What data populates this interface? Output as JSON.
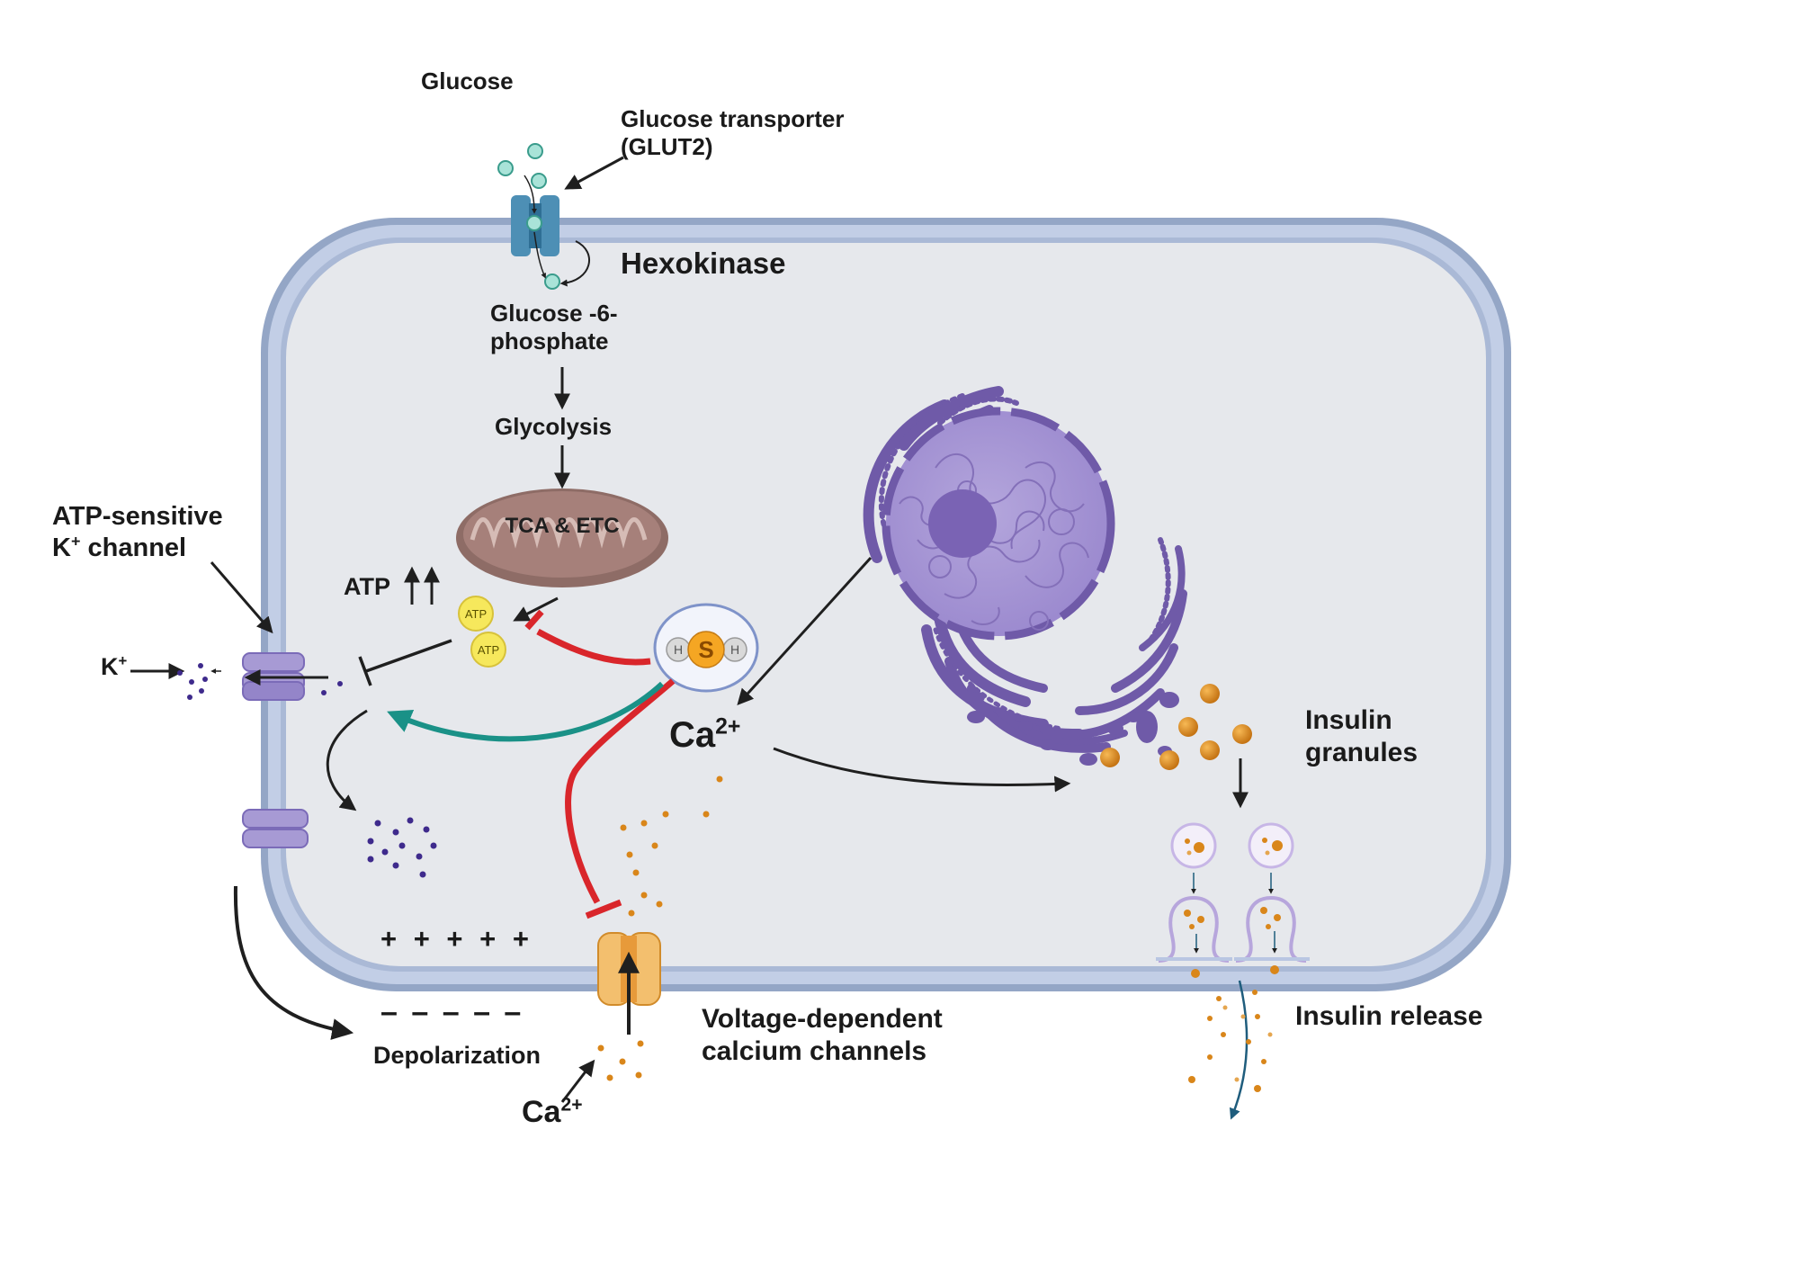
{
  "labels": {
    "glucose": "Glucose",
    "glut2_line1": "Glucose transporter",
    "glut2_line2": "(GLUT2)",
    "hexokinase": "Hexokinase",
    "g6p_line1": "Glucose -6-",
    "g6p_line2": "phosphate",
    "glycolysis": "Glycolysis",
    "tca_etc": "TCA & ETC",
    "atp": "ATP",
    "atp_molecule": "ATP",
    "katp_line1": "ATP-sensitive",
    "katp_line2_pre": "K",
    "katp_line2_sup": "+",
    "katp_line2_post": " channel",
    "k_ion": "K",
    "k_ion_sup": "+",
    "h2s_s": "S",
    "h2s_h": "H",
    "ca_inside": "Ca",
    "ca_inside_sup": "2+",
    "ca_outside": "Ca",
    "ca_outside_sup": "2+",
    "insulin_granules_line1": "Insulin",
    "insulin_granules_line2": "granules",
    "insulin_release": "Insulin release",
    "vdcc_line1": "Voltage-dependent",
    "vdcc_line2": "calcium channels",
    "depolarization": "Depolarization",
    "plus_signs": "+ + + + +",
    "minus_signs": "– – – – –"
  },
  "colors": {
    "membrane_outer": "#94a6c6",
    "membrane_inner": "#c2cee6",
    "cytoplasm": "#e6e8ec",
    "mitochondria": "#a6807a",
    "nucleus": "#8c79c0",
    "er": "#6f5aa8",
    "insulin_granule": "#d9861a",
    "inhibition": "#d9262b",
    "activation": "#1a9187",
    "channel": "#a79ad4",
    "glucose": "#a9e3d8",
    "atp": "#f6e85c"
  },
  "icons": [
    "glut2-transporter-icon",
    "mitochondria-icon",
    "h2s-molecule-icon",
    "atp-icon",
    "k-atp-channel-icon",
    "calcium-channel-icon",
    "nucleus-icon",
    "endoplasmic-reticulum-icon",
    "insulin-granule-icon",
    "exocytosis-icon"
  ]
}
